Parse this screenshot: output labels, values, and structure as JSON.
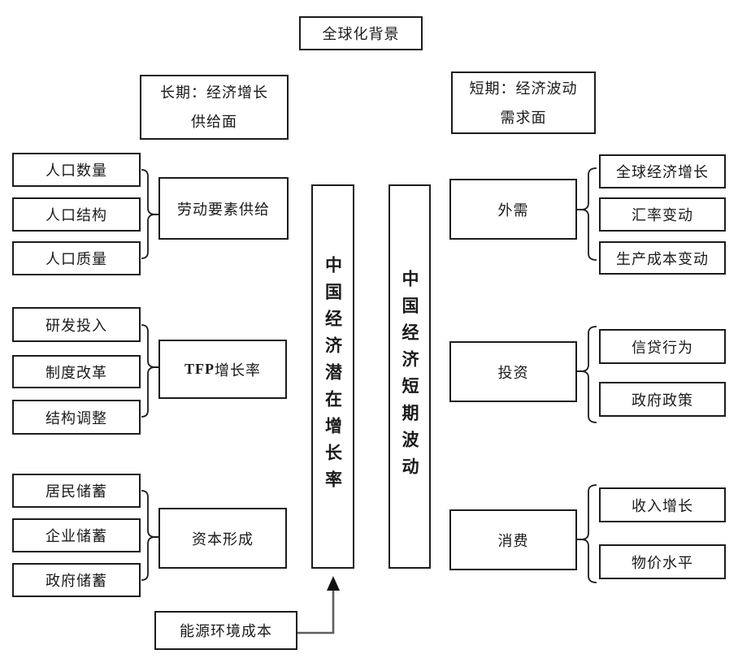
{
  "page": {
    "background": "#ffffff",
    "line_color": "#1c1c1c",
    "arrow_color": "#5e5e5e"
  },
  "diagram": {
    "title": "全球化背景",
    "left_header_line1": "长期：经济增长",
    "left_header_line2": "供给面",
    "right_header_line1": "短期：经济波动",
    "right_header_line2": "需求面",
    "center_potential": "中国经济潜在增长率",
    "center_short_term": "中国经济短期波动",
    "left_groups": [
      {
        "inputs": [
          "人口数量",
          "人口结构",
          "人口质量"
        ],
        "target": "劳动要素供给"
      },
      {
        "inputs": [
          "研发投入",
          "制度改革",
          "结构调整"
        ],
        "target_bold": "TFP",
        "target_rest": " 增长率"
      },
      {
        "inputs": [
          "居民储蓄",
          "企业储蓄",
          "政府储蓄"
        ],
        "target": "资本形成"
      }
    ],
    "right_groups": [
      {
        "source": "外需",
        "outputs": [
          "全球经济增长",
          "汇率变动",
          "生产成本变动"
        ]
      },
      {
        "source": "投资",
        "outputs": [
          "信贷行为",
          "政府政策"
        ]
      },
      {
        "source": "消费",
        "outputs": [
          "收入增长",
          "物价水平"
        ]
      }
    ],
    "bottom_box": "能源环境成本"
  }
}
